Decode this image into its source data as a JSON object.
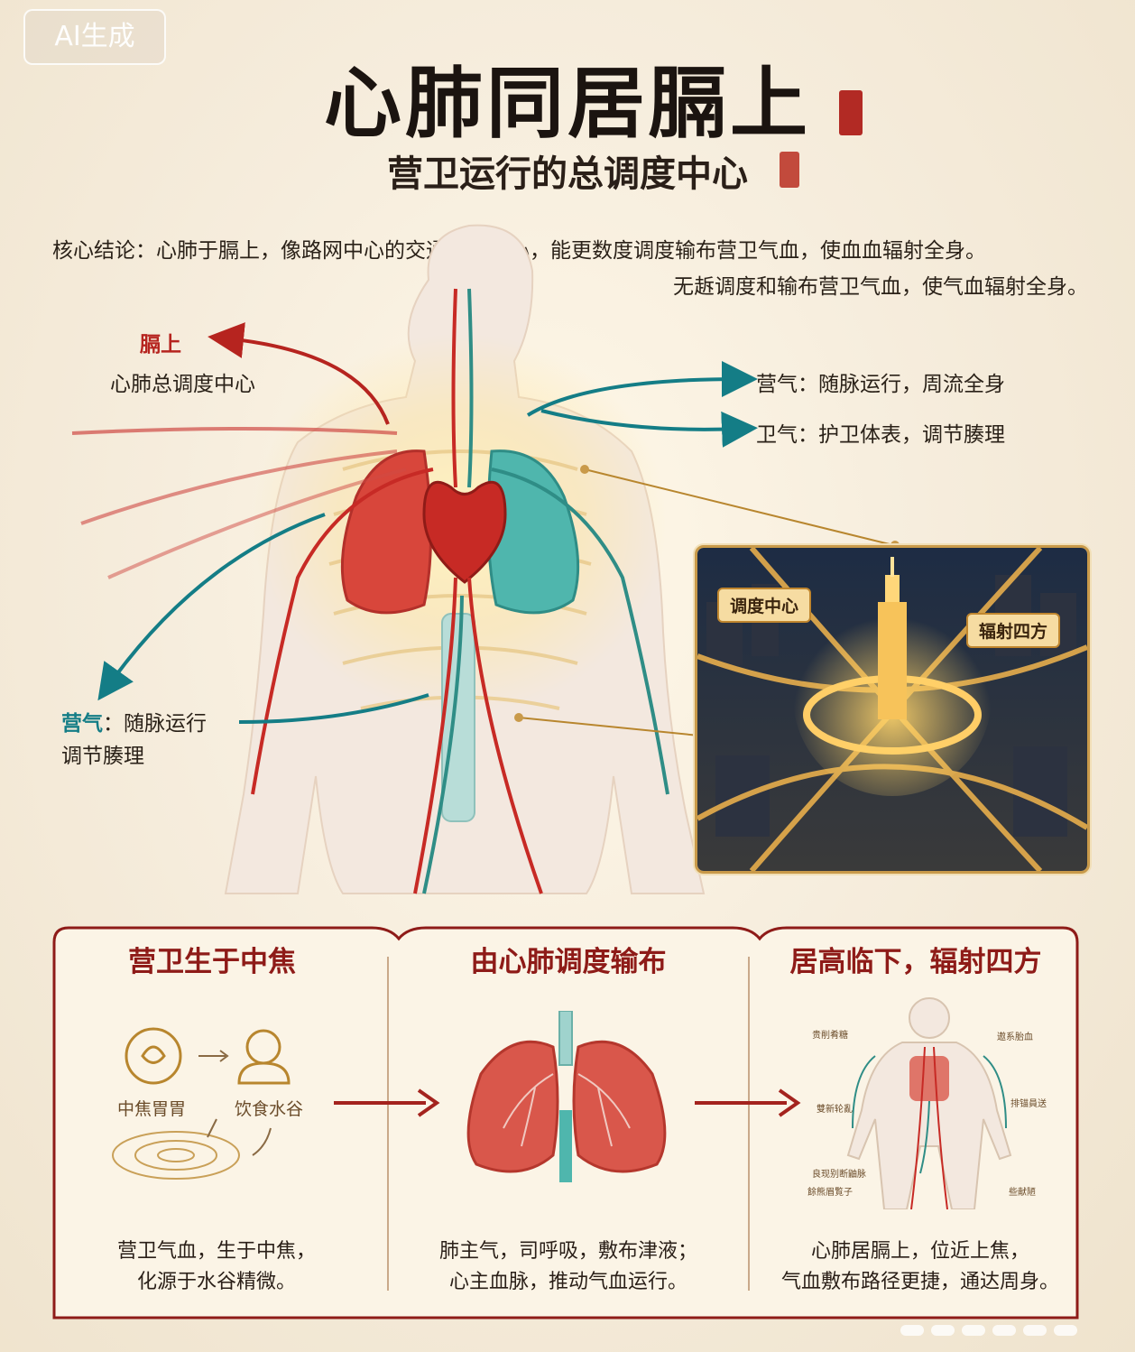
{
  "watermark": "AI生成",
  "header": {
    "title": "心肺同居膈上",
    "subtitle": "营卫运行的总调度中心"
  },
  "summary": {
    "line1": "核心结论：心肺于膈上，像路网中心的交通调度中心，能更数度调度输布营卫气血，使血血辐射全身。",
    "line2": "无䞣调度和输布营卫气血，使气血辐射全身。"
  },
  "diagram": {
    "geshang_title": "膈上",
    "geshang_desc": "心肺总调度中心",
    "yingqi_right": "营气：随脉运行，周流全身",
    "weiqi_right": "卫气：护卫体表，调节腠理",
    "yingqi_left_name": "营气",
    "yingqi_left_rest": "：随脉运行",
    "yingqi_left_line2": "调节腠理",
    "city_tag_center": "调度中心",
    "city_tag_radiate": "辐射四方"
  },
  "panels": [
    {
      "title": "营卫生于中焦",
      "label_a": "中焦胃胃",
      "label_b": "饮食水谷",
      "line1": "营卫气血，生于中焦，",
      "line2": "化源于水谷精微。"
    },
    {
      "title": "由心肺调度输布",
      "line1": "肺主气，司呼吸，敷布津液；",
      "line2": "心主血脉，推动气血运行。"
    },
    {
      "title": "居高临下，辐射四方",
      "mini_labels": [
        "贵削肴糖",
        "遨系胎血",
        "雙新轮亂",
        "排锚員送",
        "良现别断鼬脉",
        "餘熊眉覧子",
        "些献陋"
      ],
      "line1": "心肺居膈上，位近上焦，",
      "line2": "气血敷布路径更捷，通达周身。"
    }
  ],
  "colors": {
    "background": "#f5ecdc",
    "accent_red": "#b6241f",
    "accent_teal": "#147d86",
    "frame_red": "#8e1b18",
    "gold": "#c99a4a"
  }
}
